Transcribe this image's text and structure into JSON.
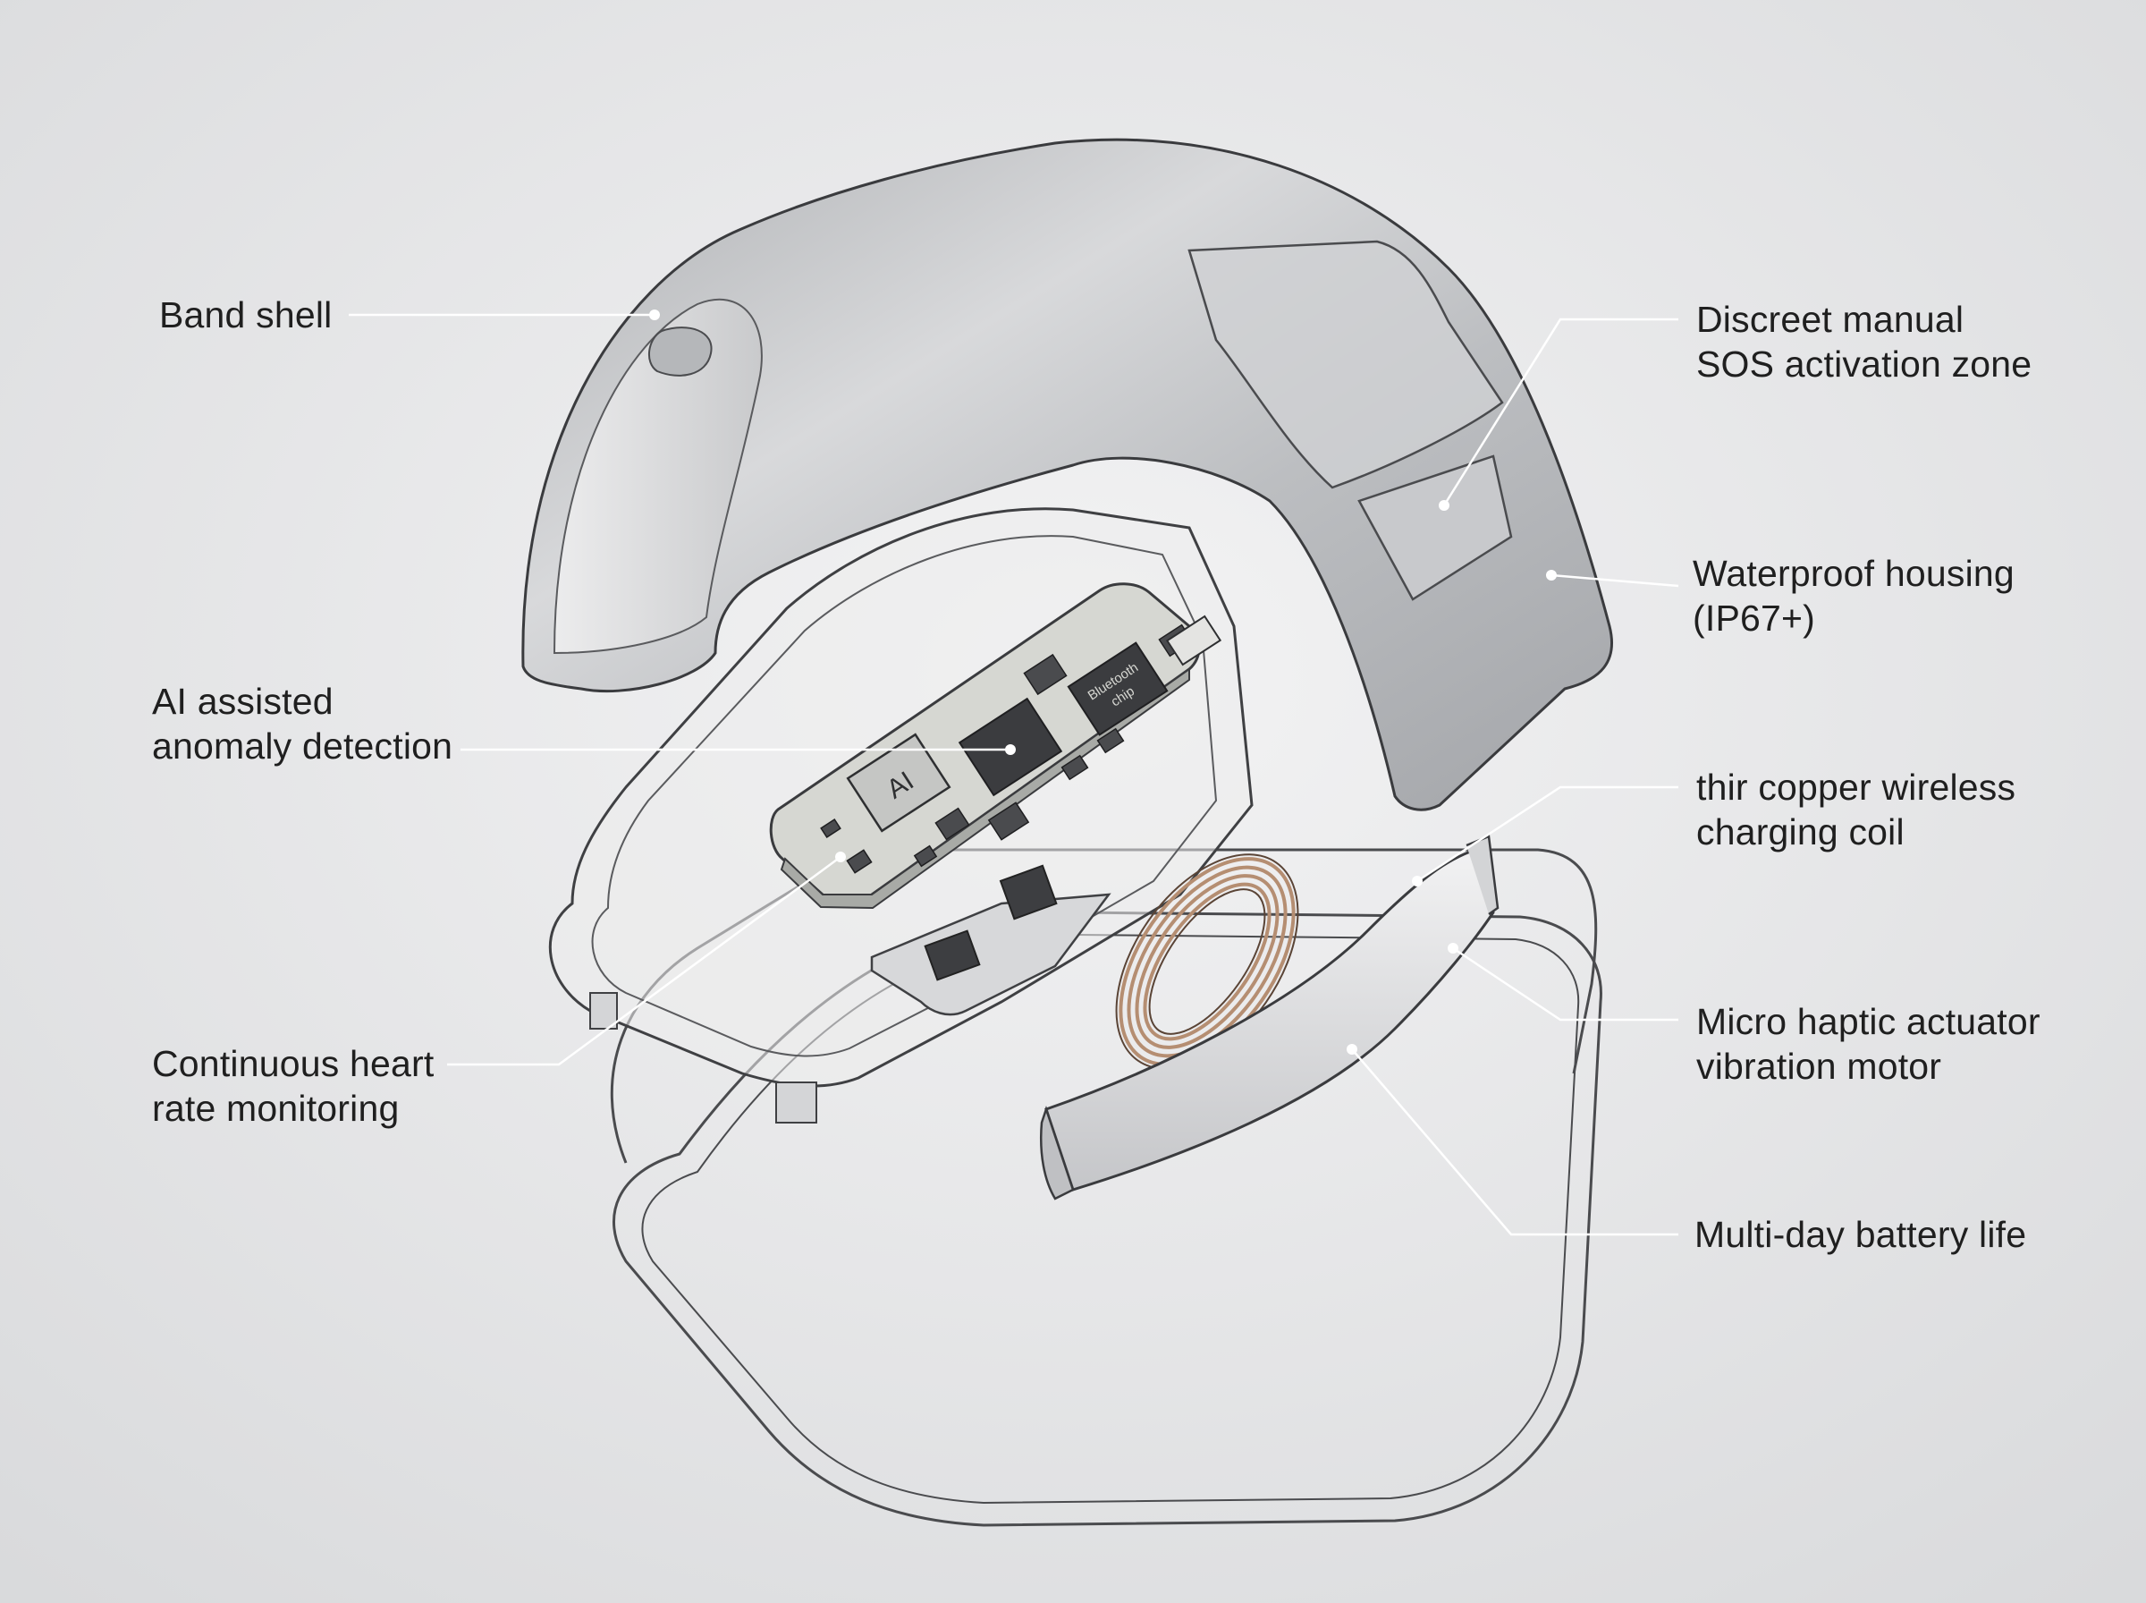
{
  "colors": {
    "background": "#e7e8ea",
    "leader_line": "#ffffff",
    "label_text": "#1f1f1f",
    "shell_metal": "#c9cacc",
    "pcb": "#dcdcd8",
    "copper_coil": "#b58e72"
  },
  "pcb_labels": {
    "ai_chip": "AI",
    "bluetooth_chip_line1": "Bluetooth",
    "bluetooth_chip_line2": "chip"
  },
  "callouts": {
    "band_shell": {
      "lines": [
        "Band shell"
      ]
    },
    "ai_detection": {
      "lines": [
        "AI assisted",
        "anomaly detection"
      ]
    },
    "heart_rate": {
      "lines": [
        "Continuous heart",
        "rate monitoring"
      ]
    },
    "sos_zone": {
      "lines": [
        "Discreet manual",
        "SOS activation zone"
      ]
    },
    "waterproof": {
      "lines": [
        "Waterproof housing",
        "(IP67+)"
      ]
    },
    "charging_coil": {
      "lines": [
        "thir copper wireless",
        "charging coil"
      ]
    },
    "haptic": {
      "lines": [
        "Micro haptic actuator",
        "vibration motor"
      ]
    },
    "battery": {
      "lines": [
        "Multi-day battery life"
      ]
    }
  }
}
